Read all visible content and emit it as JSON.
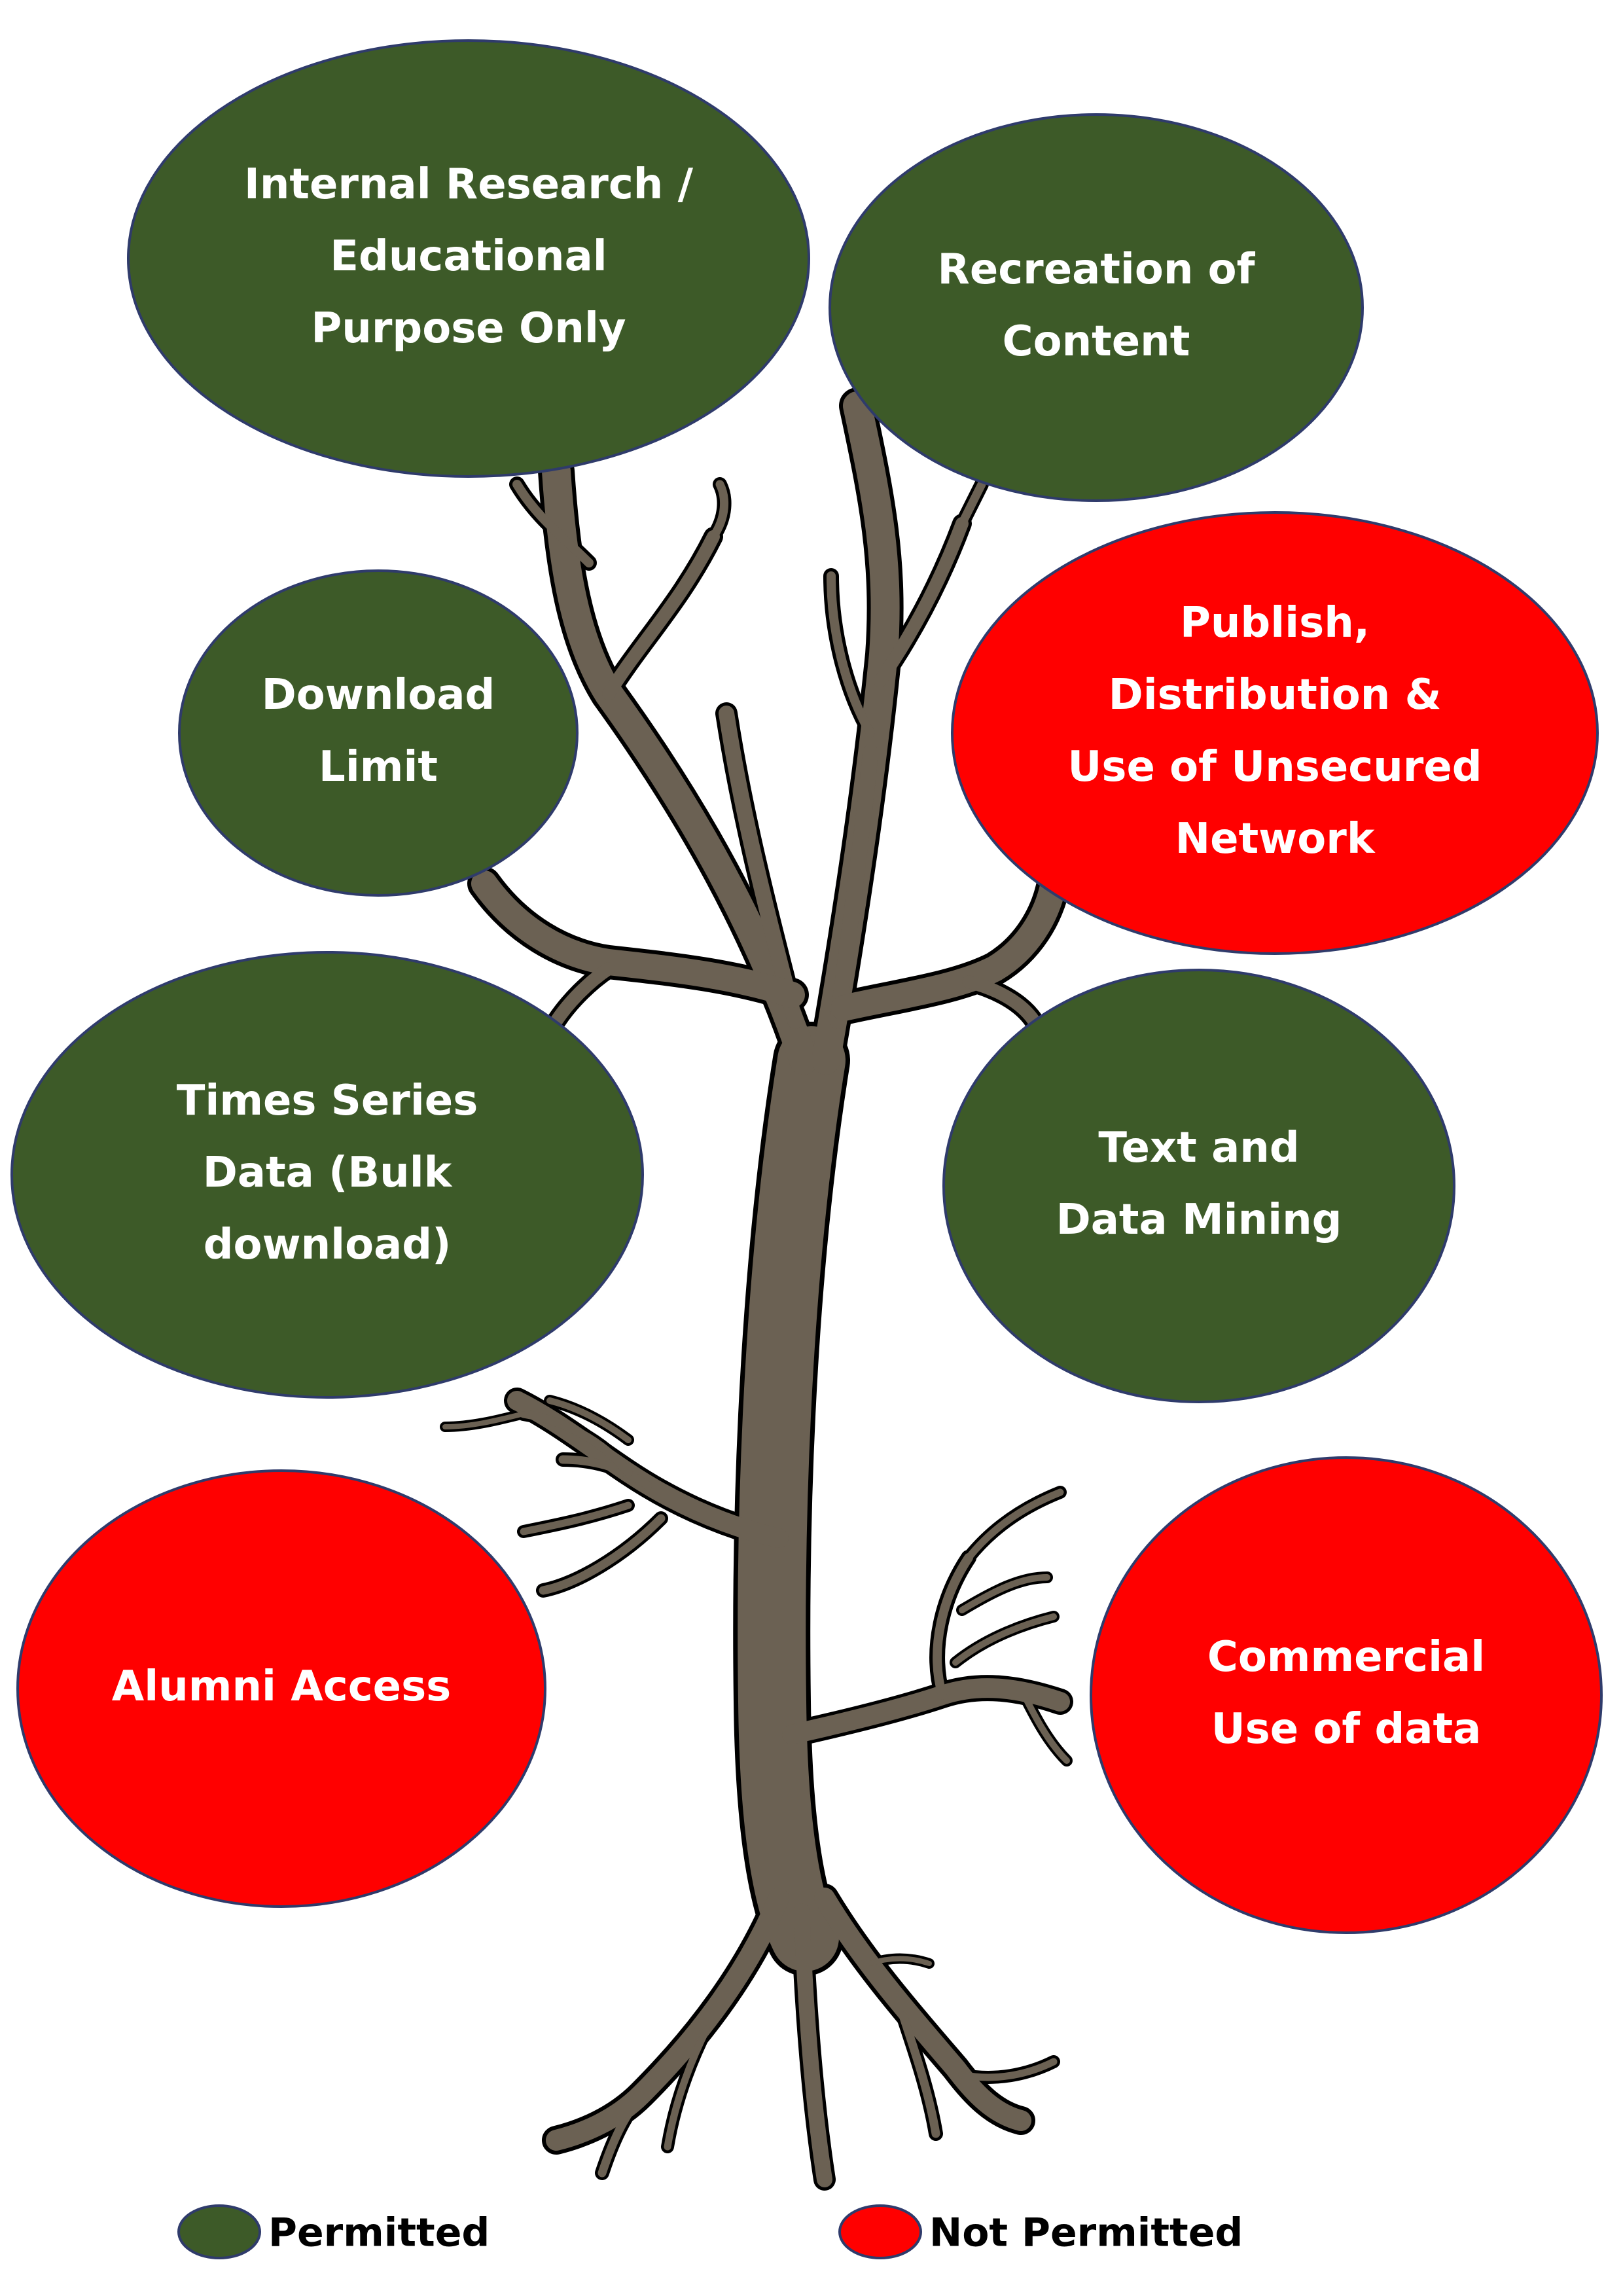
{
  "colors": {
    "permitted": "#3d5a28",
    "not_permitted": "#ff0000",
    "bark": "#6b6153"
  },
  "nodes": [
    {
      "id": "internal-research",
      "status": "permitted",
      "lines": [
        "Internal Research /",
        "Educational",
        "Purpose Only"
      ]
    },
    {
      "id": "recreation-of-content",
      "status": "permitted",
      "lines": [
        "Recreation of",
        "Content"
      ]
    },
    {
      "id": "download-limit",
      "status": "permitted",
      "lines": [
        "Download",
        "Limit"
      ]
    },
    {
      "id": "publish-distribution",
      "status": "not_permitted",
      "lines": [
        "Publish,",
        "Distribution &",
        "Use of Unsecured",
        "Network"
      ]
    },
    {
      "id": "time-series-data",
      "status": "permitted",
      "lines": [
        "Times Series",
        "Data (Bulk",
        "download)"
      ]
    },
    {
      "id": "text-and-data-mining",
      "status": "permitted",
      "lines": [
        "Text and",
        "Data Mining"
      ]
    },
    {
      "id": "alumni-access",
      "status": "not_permitted",
      "lines": [
        "Alumni Access"
      ]
    },
    {
      "id": "commercial-use",
      "status": "not_permitted",
      "lines": [
        "Commercial",
        "Use of data"
      ]
    }
  ],
  "legend": {
    "permitted_label": "Permitted",
    "not_permitted_label": "Not Permitted"
  }
}
